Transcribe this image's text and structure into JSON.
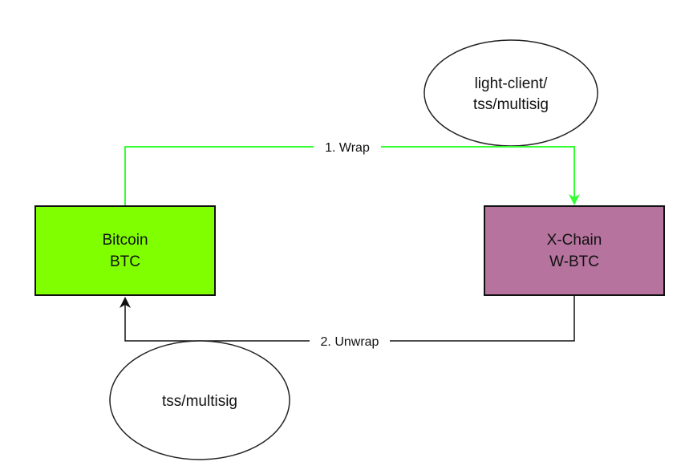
{
  "diagram": {
    "nodes": {
      "bitcoin": {
        "line1": "Bitcoin",
        "line2": "BTC",
        "fill": "#80ff00",
        "stroke": "#111111"
      },
      "xchain": {
        "line1": "X-Chain",
        "line2": "W-BTC",
        "fill": "#b5739d",
        "stroke": "#111111"
      },
      "top_ellipse": {
        "line1": "light-client/",
        "line2": "tss/multisig"
      },
      "bottom_ellipse": {
        "line1": "tss/multisig"
      }
    },
    "edges": {
      "wrap": {
        "label": "1. Wrap",
        "from": "Bitcoin BTC",
        "to": "X-Chain W-BTC",
        "color": "#33ff33"
      },
      "unwrap": {
        "label": "2. Unwrap",
        "from": "X-Chain W-BTC",
        "to": "Bitcoin BTC",
        "color": "#111111"
      }
    }
  }
}
